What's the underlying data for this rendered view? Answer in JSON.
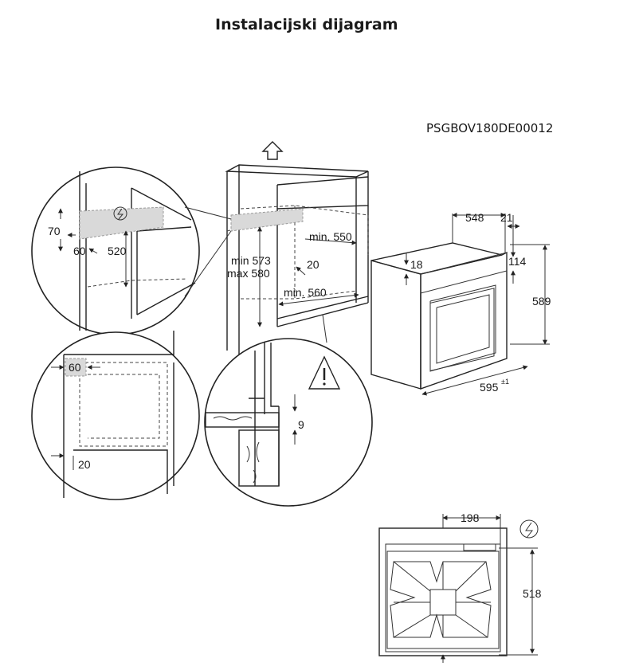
{
  "title": "Instalacijski dijagram",
  "code": "PSGBOV180DE00012",
  "dims": {
    "d70": "70",
    "d60a": "60",
    "d520": "520",
    "dmin573": "min 573",
    "dmax580": "max 580",
    "dmin550": "min. 550",
    "d20a": "20",
    "dmin560": "min. 560",
    "d548": "548",
    "d21": "21",
    "d18": "18",
    "d114": "114",
    "d589": "589",
    "d595": "595",
    "d595tol": "±1",
    "d60b": "60",
    "d20b": "20",
    "d9": "9",
    "d198": "198",
    "d518": "518"
  },
  "icons": {
    "up_arrow": "up-arrow-icon",
    "warning": "warning-icon",
    "power": "power-icon"
  }
}
